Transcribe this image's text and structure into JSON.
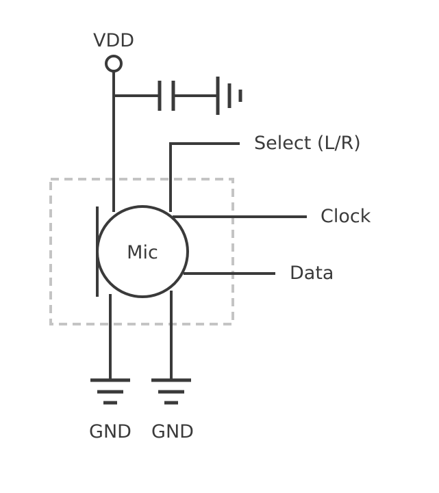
{
  "labels": {
    "vdd": "VDD",
    "select": "Select (L/R)",
    "clock": "Clock",
    "data": "Data",
    "mic": "Mic",
    "gnd_left": "GND",
    "gnd_right": "GND"
  }
}
